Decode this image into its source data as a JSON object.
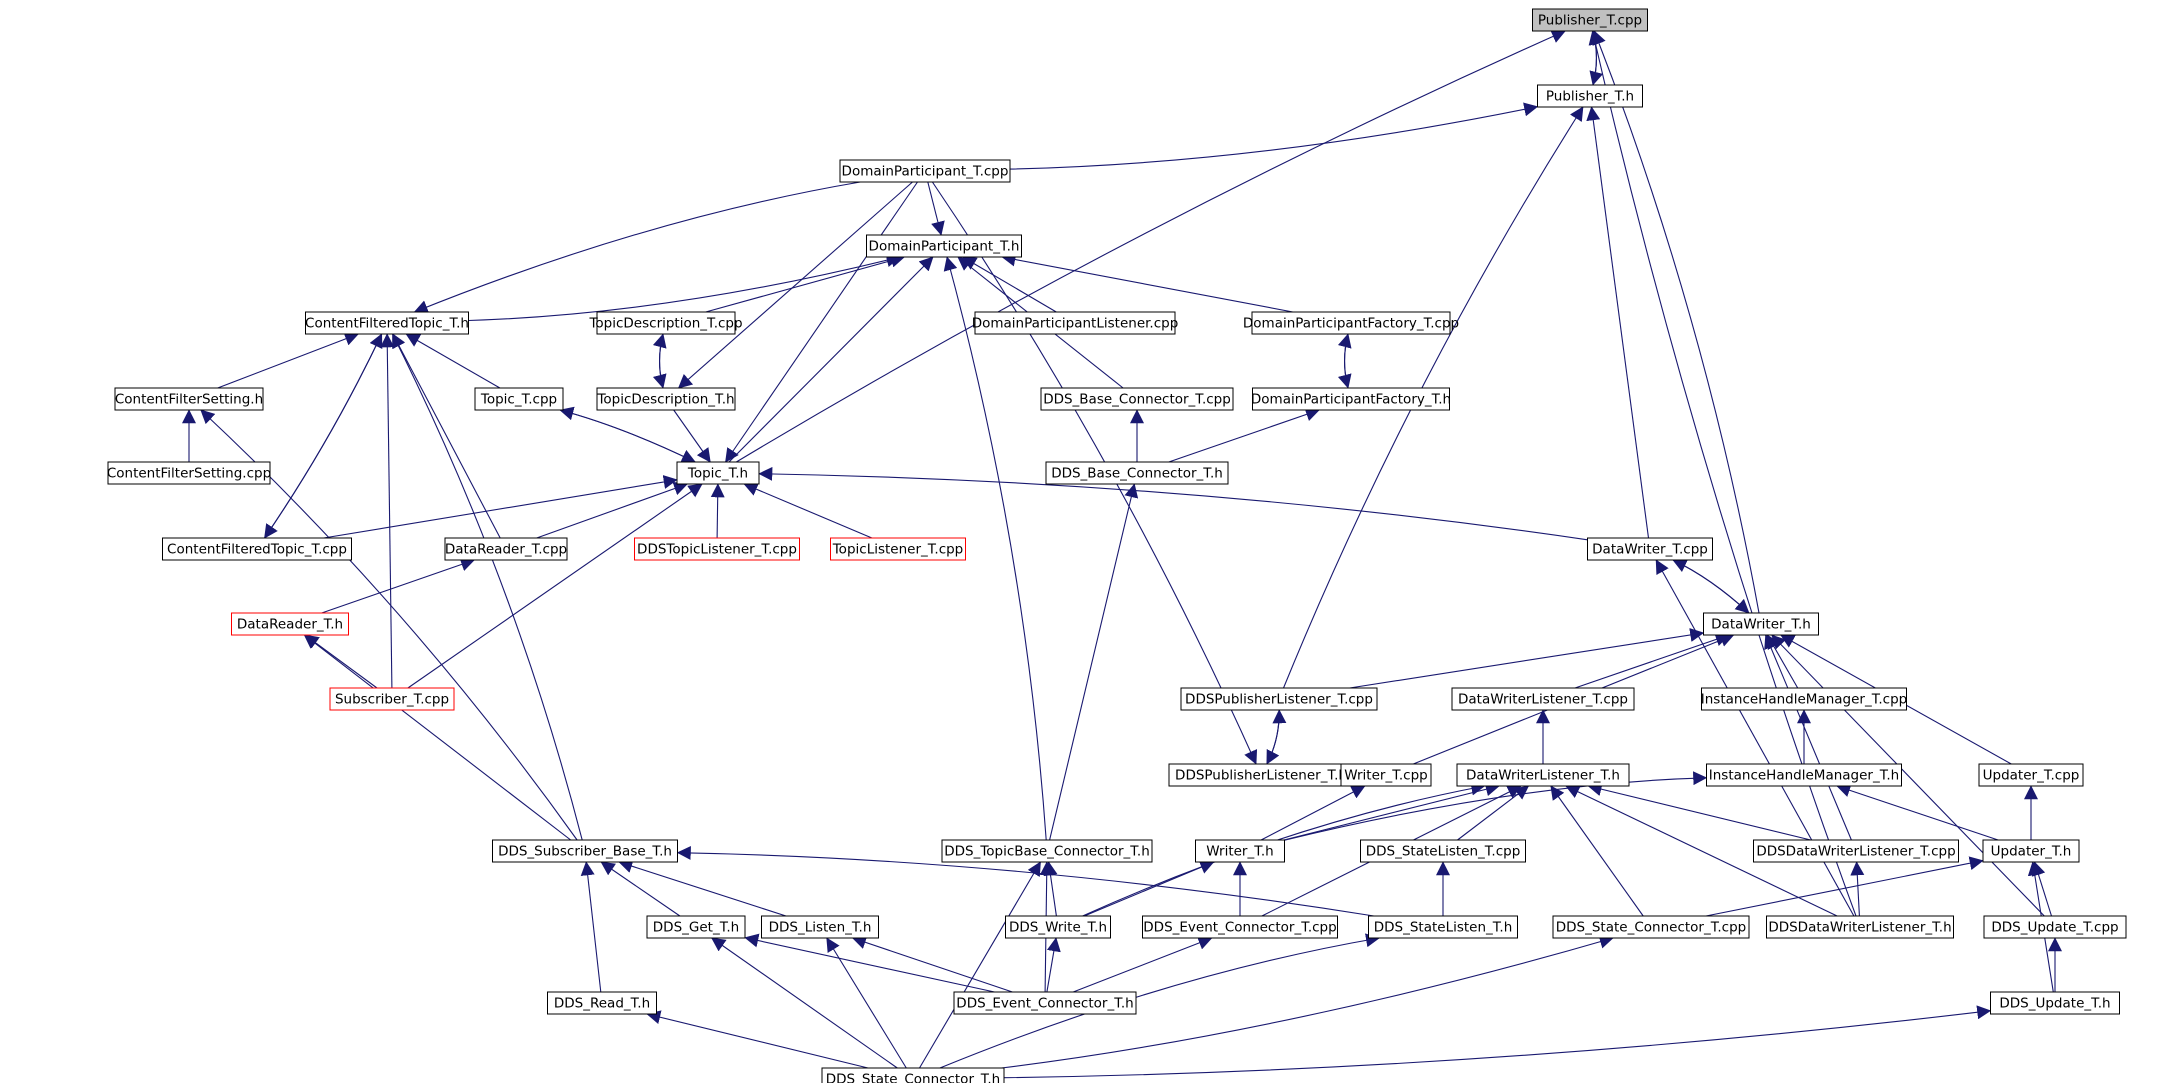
{
  "graph": {
    "colors": {
      "edge": "#191970",
      "node_border": "#000000",
      "node_border_incomplete": "#ff0000",
      "node_fill": "#ffffff",
      "root_fill": "#c0c0c0",
      "text": "#000000"
    },
    "nodes": [
      {
        "id": "publisher_t_cpp",
        "label": "Publisher_T.cpp",
        "root": true
      },
      {
        "id": "publisher_t_h",
        "label": "Publisher_T.h"
      },
      {
        "id": "domainparticipant_t_cpp",
        "label": "DomainParticipant_T.cpp"
      },
      {
        "id": "domainparticipant_t_h",
        "label": "DomainParticipant_T.h"
      },
      {
        "id": "contentfilteredtopic_t_h",
        "label": "ContentFilteredTopic_T.h"
      },
      {
        "id": "topicdescription_t_cpp",
        "label": "TopicDescription_T.cpp"
      },
      {
        "id": "domainparticipantlistener_cpp",
        "label": "DomainParticipantListener.cpp"
      },
      {
        "id": "domainparticipantfactory_t_cpp",
        "label": "DomainParticipantFactory_T.cpp"
      },
      {
        "id": "contentfiltersetting_h",
        "label": "ContentFilterSetting.h"
      },
      {
        "id": "topic_t_cpp",
        "label": "Topic_T.cpp"
      },
      {
        "id": "topicdescription_t_h",
        "label": "TopicDescription_T.h"
      },
      {
        "id": "dds_base_connector_t_cpp",
        "label": "DDS_Base_Connector_T.cpp"
      },
      {
        "id": "domainparticipantfactory_t_h",
        "label": "DomainParticipantFactory_T.h"
      },
      {
        "id": "contentfiltersetting_cpp",
        "label": "ContentFilterSetting.cpp"
      },
      {
        "id": "topic_t_h",
        "label": "Topic_T.h"
      },
      {
        "id": "dds_base_connector_t_h",
        "label": "DDS_Base_Connector_T.h"
      },
      {
        "id": "contentfilteredtopic_t_cpp",
        "label": "ContentFilteredTopic_T.cpp"
      },
      {
        "id": "datareader_t_cpp",
        "label": "DataReader_T.cpp"
      },
      {
        "id": "ddstopiclistener_t_cpp",
        "label": "DDSTopicListener_T.cpp",
        "incomplete": true
      },
      {
        "id": "topiclistener_t_cpp",
        "label": "TopicListener_T.cpp",
        "incomplete": true
      },
      {
        "id": "datawriter_t_cpp",
        "label": "DataWriter_T.cpp"
      },
      {
        "id": "datareader_t_h",
        "label": "DataReader_T.h",
        "incomplete": true
      },
      {
        "id": "datawriter_t_h",
        "label": "DataWriter_T.h"
      },
      {
        "id": "subscriber_t_cpp",
        "label": "Subscriber_T.cpp",
        "incomplete": true
      },
      {
        "id": "ddspublisherlistener_t_cpp",
        "label": "DDSPublisherListener_T.cpp"
      },
      {
        "id": "datawriterlistener_t_cpp",
        "label": "DataWriterListener_T.cpp"
      },
      {
        "id": "instancehandlemanager_t_cpp",
        "label": "InstanceHandleManager_T.cpp"
      },
      {
        "id": "ddspublisherlistener_t_h",
        "label": "DDSPublisherListener_T.h"
      },
      {
        "id": "writer_t_cpp",
        "label": "Writer_T.cpp"
      },
      {
        "id": "datawriterlistener_t_h",
        "label": "DataWriterListener_T.h"
      },
      {
        "id": "instancehandlemanager_t_h",
        "label": "InstanceHandleManager_T.h"
      },
      {
        "id": "updater_t_cpp",
        "label": "Updater_T.cpp"
      },
      {
        "id": "dds_subscriber_base_t_h",
        "label": "DDS_Subscriber_Base_T.h"
      },
      {
        "id": "dds_topicbase_connector_t_h",
        "label": "DDS_TopicBase_Connector_T.h"
      },
      {
        "id": "writer_t_h",
        "label": "Writer_T.h"
      },
      {
        "id": "dds_statelisten_t_cpp",
        "label": "DDS_StateListen_T.cpp"
      },
      {
        "id": "ddsdatawriterlistener_t_cpp",
        "label": "DDSDataWriterListener_T.cpp"
      },
      {
        "id": "updater_t_h",
        "label": "Updater_T.h"
      },
      {
        "id": "dds_get_t_h",
        "label": "DDS_Get_T.h"
      },
      {
        "id": "dds_listen_t_h",
        "label": "DDS_Listen_T.h"
      },
      {
        "id": "dds_write_t_h",
        "label": "DDS_Write_T.h"
      },
      {
        "id": "dds_event_connector_t_cpp",
        "label": "DDS_Event_Connector_T.cpp"
      },
      {
        "id": "dds_statelisten_t_h",
        "label": "DDS_StateListen_T.h"
      },
      {
        "id": "dds_state_connector_t_cpp",
        "label": "DDS_State_Connector_T.cpp"
      },
      {
        "id": "ddsdatawriterlistener_t_h",
        "label": "DDSDataWriterListener_T.h"
      },
      {
        "id": "dds_update_t_cpp",
        "label": "DDS_Update_T.cpp"
      },
      {
        "id": "dds_read_t_h",
        "label": "DDS_Read_T.h"
      },
      {
        "id": "dds_event_connector_t_h",
        "label": "DDS_Event_Connector_T.h"
      },
      {
        "id": "dds_update_t_h",
        "label": "DDS_Update_T.h"
      },
      {
        "id": "dds_state_connector_t_h",
        "label": "DDS_State_Connector_T.h"
      }
    ],
    "edges": [
      {
        "from": "publisher_t_cpp",
        "to": "publisher_t_h"
      },
      {
        "from": "publisher_t_h",
        "to": "publisher_t_cpp"
      },
      {
        "from": "publisher_t_cpp",
        "to": "topic_t_h"
      },
      {
        "from": "publisher_t_cpp",
        "to": "datawriter_t_h"
      },
      {
        "from": "publisher_t_cpp",
        "to": "ddsdatawriterlistener_t_h"
      },
      {
        "from": "publisher_t_h",
        "to": "domainparticipant_t_cpp"
      },
      {
        "from": "publisher_t_h",
        "to": "ddspublisherlistener_t_cpp"
      },
      {
        "from": "publisher_t_h",
        "to": "datawriter_t_cpp"
      },
      {
        "from": "domainparticipant_t_h",
        "to": "domainparticipant_t_cpp"
      },
      {
        "from": "contentfilteredtopic_t_h",
        "to": "domainparticipant_t_cpp"
      },
      {
        "from": "topicdescription_t_h",
        "to": "domainparticipant_t_cpp"
      },
      {
        "from": "topic_t_h",
        "to": "domainparticipant_t_cpp"
      },
      {
        "from": "ddspublisherlistener_t_h",
        "to": "domainparticipant_t_cpp"
      },
      {
        "from": "domainparticipant_t_h",
        "to": "contentfilteredtopic_t_h"
      },
      {
        "from": "domainparticipant_t_h",
        "to": "topicdescription_t_cpp"
      },
      {
        "from": "domainparticipant_t_h",
        "to": "domainparticipantlistener_cpp"
      },
      {
        "from": "domainparticipant_t_h",
        "to": "domainparticipantfactory_t_cpp"
      },
      {
        "from": "domainparticipant_t_h",
        "to": "dds_base_connector_t_cpp"
      },
      {
        "from": "domainparticipant_t_h",
        "to": "topic_t_h"
      },
      {
        "from": "domainparticipant_t_h",
        "to": "dds_topicbase_connector_t_h"
      },
      {
        "from": "topicdescription_t_h",
        "to": "topicdescription_t_cpp"
      },
      {
        "from": "topicdescription_t_cpp",
        "to": "topicdescription_t_h"
      },
      {
        "from": "domainparticipantfactory_t_h",
        "to": "domainparticipantfactory_t_cpp"
      },
      {
        "from": "domainparticipantfactory_t_cpp",
        "to": "domainparticipantfactory_t_h"
      },
      {
        "from": "domainparticipantfactory_t_h",
        "to": "dds_base_connector_t_h"
      },
      {
        "from": "dds_base_connector_t_cpp",
        "to": "dds_base_connector_t_h"
      },
      {
        "from": "dds_base_connector_t_h",
        "to": "dds_topicbase_connector_t_h"
      },
      {
        "from": "contentfilteredtopic_t_h",
        "to": "contentfiltersetting_h"
      },
      {
        "from": "contentfilteredtopic_t_h",
        "to": "topic_t_cpp"
      },
      {
        "from": "contentfilteredtopic_t_h",
        "to": "contentfilteredtopic_t_cpp"
      },
      {
        "from": "contentfilteredtopic_t_cpp",
        "to": "contentfilteredtopic_t_h"
      },
      {
        "from": "contentfilteredtopic_t_h",
        "to": "datareader_t_cpp"
      },
      {
        "from": "contentfilteredtopic_t_h",
        "to": "subscriber_t_cpp"
      },
      {
        "from": "contentfilteredtopic_t_h",
        "to": "dds_subscriber_base_t_h"
      },
      {
        "from": "contentfiltersetting_h",
        "to": "contentfiltersetting_cpp"
      },
      {
        "from": "contentfiltersetting_h",
        "to": "dds_subscriber_base_t_h"
      },
      {
        "from": "topic_t_cpp",
        "to": "topic_t_h"
      },
      {
        "from": "topic_t_h",
        "to": "topic_t_cpp"
      },
      {
        "from": "topic_t_h",
        "to": "topicdescription_t_h"
      },
      {
        "from": "topic_t_h",
        "to": "contentfilteredtopic_t_cpp"
      },
      {
        "from": "topic_t_h",
        "to": "datareader_t_cpp"
      },
      {
        "from": "topic_t_h",
        "to": "ddstopiclistener_t_cpp"
      },
      {
        "from": "topic_t_h",
        "to": "topiclistener_t_cpp"
      },
      {
        "from": "topic_t_h",
        "to": "datawriter_t_cpp"
      },
      {
        "from": "topic_t_h",
        "to": "subscriber_t_cpp"
      },
      {
        "from": "datareader_t_cpp",
        "to": "datareader_t_h"
      },
      {
        "from": "datareader_t_h",
        "to": "subscriber_t_cpp"
      },
      {
        "from": "datareader_t_h",
        "to": "dds_subscriber_base_t_h"
      },
      {
        "from": "datawriter_t_cpp",
        "to": "datawriter_t_h"
      },
      {
        "from": "datawriter_t_h",
        "to": "datawriter_t_cpp"
      },
      {
        "from": "datawriter_t_cpp",
        "to": "ddsdatawriterlistener_t_h"
      },
      {
        "from": "datawriter_t_h",
        "to": "ddspublisherlistener_t_cpp"
      },
      {
        "from": "datawriter_t_h",
        "to": "datawriterlistener_t_cpp"
      },
      {
        "from": "datawriter_t_h",
        "to": "instancehandlemanager_t_cpp"
      },
      {
        "from": "datawriter_t_h",
        "to": "writer_t_cpp"
      },
      {
        "from": "datawriter_t_h",
        "to": "updater_t_cpp"
      },
      {
        "from": "datawriter_t_h",
        "to": "ddsdatawriterlistener_t_cpp"
      },
      {
        "from": "datawriter_t_h",
        "to": "dds_update_t_cpp"
      },
      {
        "from": "ddspublisherlistener_t_cpp",
        "to": "ddspublisherlistener_t_h"
      },
      {
        "from": "ddspublisherlistener_t_h",
        "to": "ddspublisherlistener_t_cpp"
      },
      {
        "from": "datawriterlistener_t_cpp",
        "to": "datawriterlistener_t_h"
      },
      {
        "from": "instancehandlemanager_t_cpp",
        "to": "instancehandlemanager_t_h"
      },
      {
        "from": "instancehandlemanager_t_h",
        "to": "writer_t_h"
      },
      {
        "from": "instancehandlemanager_t_h",
        "to": "updater_t_h"
      },
      {
        "from": "datawriterlistener_t_h",
        "to": "writer_t_h"
      },
      {
        "from": "datawriterlistener_t_h",
        "to": "dds_statelisten_t_cpp"
      },
      {
        "from": "datawriterlistener_t_h",
        "to": "dds_write_t_h"
      },
      {
        "from": "datawriterlistener_t_h",
        "to": "dds_event_connector_t_cpp"
      },
      {
        "from": "datawriterlistener_t_h",
        "to": "ddsdatawriterlistener_t_cpp"
      },
      {
        "from": "datawriterlistener_t_h",
        "to": "dds_state_connector_t_cpp"
      },
      {
        "from": "datawriterlistener_t_h",
        "to": "ddsdatawriterlistener_t_h"
      },
      {
        "from": "writer_t_cpp",
        "to": "writer_t_h"
      },
      {
        "from": "writer_t_h",
        "to": "dds_write_t_h"
      },
      {
        "from": "writer_t_h",
        "to": "dds_event_connector_t_cpp"
      },
      {
        "from": "updater_t_cpp",
        "to": "updater_t_h"
      },
      {
        "from": "updater_t_h",
        "to": "dds_update_t_cpp"
      },
      {
        "from": "updater_t_h",
        "to": "dds_state_connector_t_cpp"
      },
      {
        "from": "updater_t_h",
        "to": "dds_update_t_h"
      },
      {
        "from": "dds_statelisten_t_cpp",
        "to": "dds_statelisten_t_h"
      },
      {
        "from": "ddsdatawriterlistener_t_cpp",
        "to": "ddsdatawriterlistener_t_h"
      },
      {
        "from": "dds_update_t_cpp",
        "to": "dds_update_t_h"
      },
      {
        "from": "dds_subscriber_base_t_h",
        "to": "dds_get_t_h"
      },
      {
        "from": "dds_subscriber_base_t_h",
        "to": "dds_listen_t_h"
      },
      {
        "from": "dds_subscriber_base_t_h",
        "to": "dds_statelisten_t_h"
      },
      {
        "from": "dds_subscriber_base_t_h",
        "to": "dds_read_t_h"
      },
      {
        "from": "dds_topicbase_connector_t_h",
        "to": "dds_write_t_h"
      },
      {
        "from": "dds_topicbase_connector_t_h",
        "to": "dds_event_connector_t_h"
      },
      {
        "from": "dds_topicbase_connector_t_h",
        "to": "dds_state_connector_t_h"
      },
      {
        "from": "dds_get_t_h",
        "to": "dds_event_connector_t_h"
      },
      {
        "from": "dds_get_t_h",
        "to": "dds_state_connector_t_h"
      },
      {
        "from": "dds_listen_t_h",
        "to": "dds_event_connector_t_h"
      },
      {
        "from": "dds_listen_t_h",
        "to": "dds_state_connector_t_h"
      },
      {
        "from": "dds_write_t_h",
        "to": "dds_event_connector_t_h"
      },
      {
        "from": "dds_event_connector_t_cpp",
        "to": "dds_event_connector_t_h"
      },
      {
        "from": "dds_statelisten_t_h",
        "to": "dds_state_connector_t_h"
      },
      {
        "from": "dds_state_connector_t_cpp",
        "to": "dds_state_connector_t_h"
      },
      {
        "from": "dds_read_t_h",
        "to": "dds_state_connector_t_h"
      },
      {
        "from": "dds_update_t_h",
        "to": "dds_state_connector_t_h"
      }
    ]
  }
}
